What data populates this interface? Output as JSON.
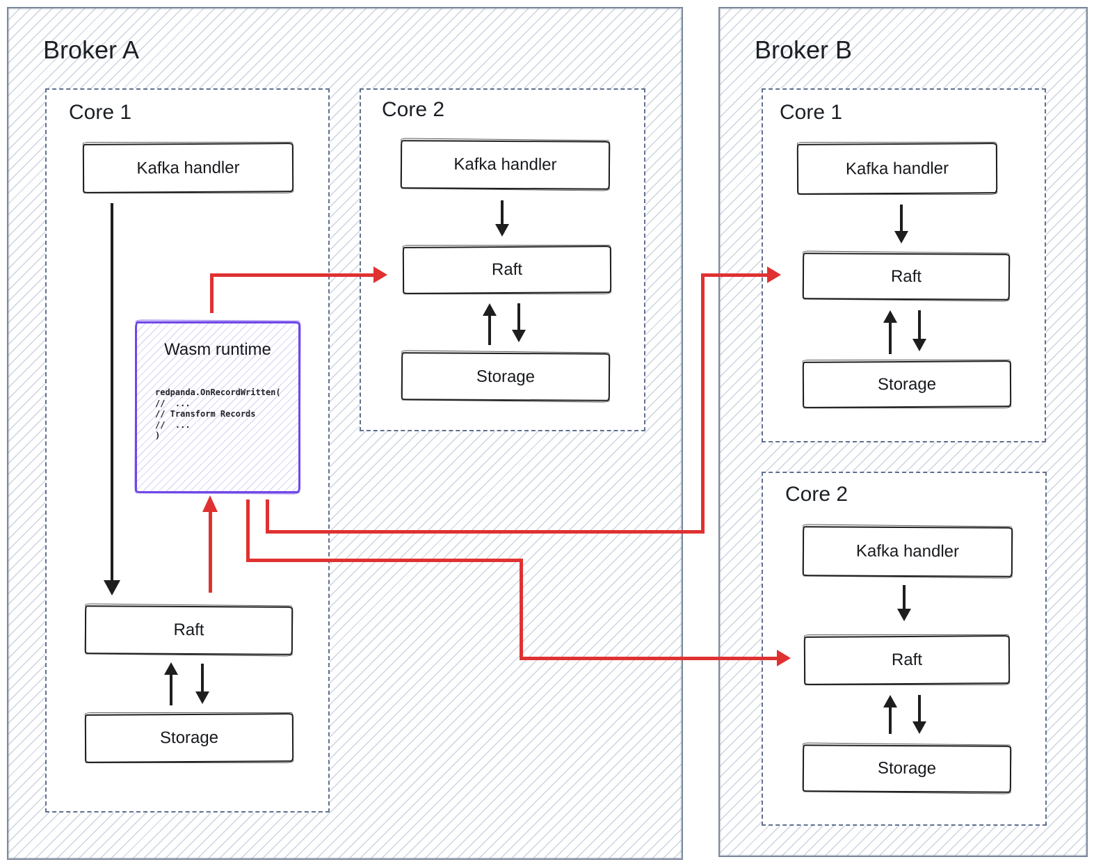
{
  "colors": {
    "arrow_red": "#e03131",
    "wasm_purple": "#7048e8",
    "hatch_blue": "#b0bcce",
    "panel_border": "#7b879b",
    "core_dashed_border": "#5f6f8f",
    "ink": "#1e1e1e"
  },
  "broker_a": {
    "title": "Broker A",
    "core1": {
      "label": "Core 1",
      "kafka": "Kafka handler",
      "raft": "Raft",
      "storage": "Storage"
    },
    "core2": {
      "label": "Core 2",
      "kafka": "Kafka handler",
      "raft": "Raft",
      "storage": "Storage"
    }
  },
  "broker_b": {
    "title": "Broker B",
    "core1": {
      "label": "Core 1",
      "kafka": "Kafka handler",
      "raft": "Raft",
      "storage": "Storage"
    },
    "core2": {
      "label": "Core 2",
      "kafka": "Kafka handler",
      "raft": "Raft",
      "storage": "Storage"
    }
  },
  "wasm": {
    "title": "Wasm runtime",
    "code": "redpanda.OnRecordWritten(\n//  ...\n// Transform Records\n//  ...\n)"
  }
}
